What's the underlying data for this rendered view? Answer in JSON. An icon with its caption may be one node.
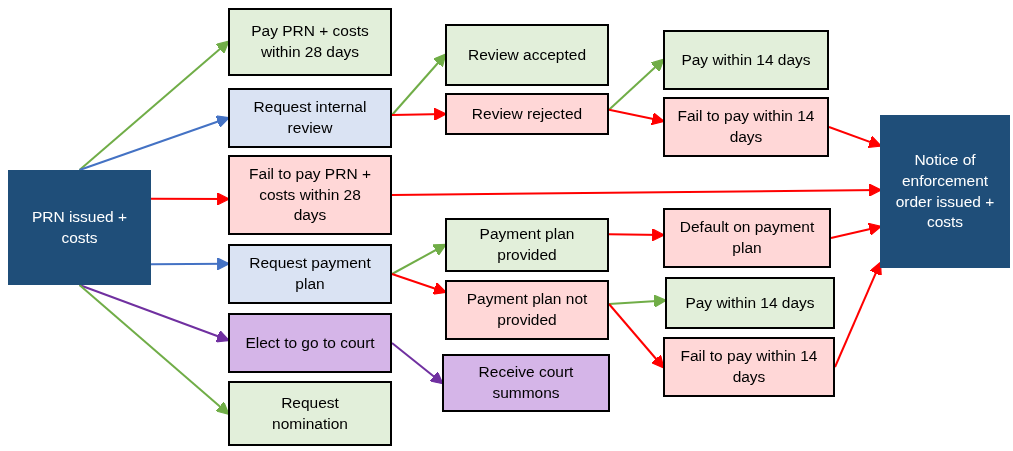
{
  "diagram": {
    "nodes": [
      {
        "text": [
          "PRN issued + costs"
        ]
      },
      {
        "text": [
          "Pay PRN + costs within 28 days"
        ]
      },
      {
        "text": [
          "Request internal review"
        ]
      },
      {
        "text": [
          "Fail to pay PRN + costs within 28 days"
        ]
      },
      {
        "text": [
          "Request payment plan"
        ]
      },
      {
        "text": [
          "Elect to go to court"
        ]
      },
      {
        "text": [
          "Request nomination"
        ]
      },
      {
        "text": [
          "Review accepted"
        ]
      },
      {
        "text": [
          "Review rejected"
        ]
      },
      {
        "text": [
          "Payment plan provided"
        ]
      },
      {
        "text": [
          "Payment plan not provided"
        ]
      },
      {
        "text": [
          "Receive court summons"
        ]
      },
      {
        "text": [
          "Pay within 14 days"
        ]
      },
      {
        "text": [
          "Fail to pay within 14 days"
        ]
      },
      {
        "text": [
          "Default on payment plan"
        ]
      },
      {
        "text": [
          "Pay within 14 days"
        ]
      },
      {
        "text": [
          "Fail to pay within 14 days"
        ]
      },
      {
        "text": [
          "Notice of enforcement order issued + costs"
        ]
      }
    ],
    "edges": [
      {
        "from": 0,
        "to": 1,
        "arrow": "to",
        "color": "#70ad47"
      },
      {
        "from": 0,
        "to": 2,
        "arrow": "to",
        "color": "#4472c4"
      },
      {
        "from": 0,
        "to": 3,
        "arrow": "to"
      },
      {
        "from": 0,
        "to": 4,
        "arrow": "to",
        "color": "#4472c4"
      },
      {
        "from": 0,
        "to": 5,
        "arrow": "to",
        "color": "#7030a0"
      },
      {
        "from": 0,
        "to": 6,
        "arrow": "to",
        "color": "#70ad47"
      },
      {
        "from": 2,
        "to": 7,
        "arrow": "to",
        "color": "#70ad47"
      },
      {
        "from": 2,
        "to": 8,
        "arrow": "to"
      },
      {
        "from": 8,
        "to": 12,
        "arrow": "to",
        "color": "#70ad47"
      },
      {
        "from": 8,
        "to": 13,
        "arrow": "to"
      },
      {
        "from": 13,
        "to": 17,
        "arrow": "to"
      },
      {
        "from": 3,
        "to": 17,
        "arrow": "to"
      },
      {
        "from": 4,
        "to": 9,
        "arrow": "to",
        "color": "#70ad47"
      },
      {
        "from": 4,
        "to": 10,
        "arrow": "to"
      },
      {
        "from": 9,
        "to": 14,
        "arrow": "to"
      },
      {
        "from": 14,
        "to": 17,
        "arrow": "to"
      },
      {
        "from": 10,
        "to": 15,
        "arrow": "to",
        "color": "#70ad47"
      },
      {
        "from": 10,
        "to": 16,
        "arrow": "to"
      },
      {
        "from": 16,
        "to": 17,
        "arrow": "to"
      },
      {
        "from": 5,
        "to": 11,
        "arrow": "to",
        "color": "#7030a0"
      }
    ]
  }
}
